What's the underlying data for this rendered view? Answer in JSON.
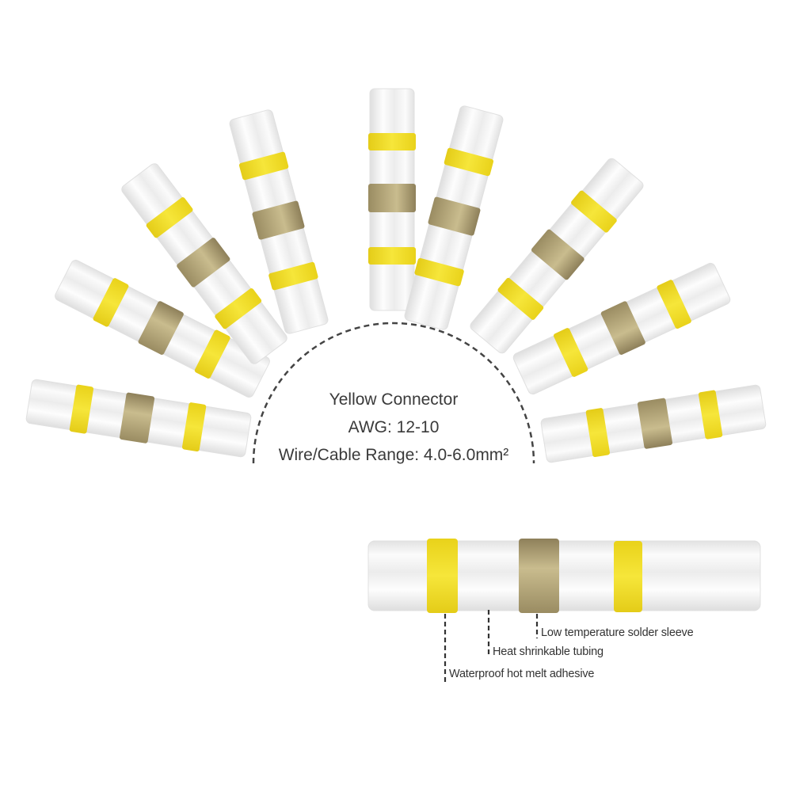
{
  "specs": {
    "title": "Yellow Connector",
    "awg": "AWG: 12-10",
    "range": "Wire/Cable Range: 4.0-6.0mm²"
  },
  "labels": {
    "solder": "Low temperature solder sleeve",
    "tubing": "Heat shrinkable tubing",
    "adhesive": "Waterproof hot melt adhesive"
  },
  "colors": {
    "yellow": "#f2e02a",
    "gold": "#b8a978",
    "tube": "#f4f4f4"
  }
}
